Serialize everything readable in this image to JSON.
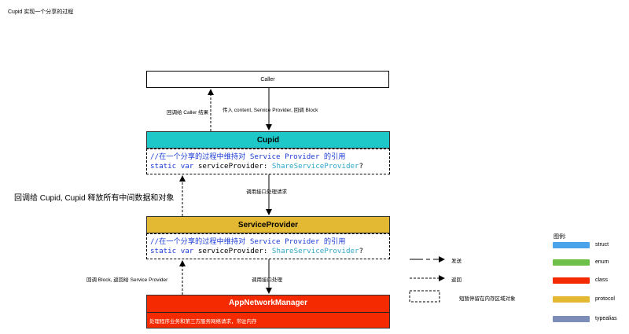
{
  "title": "Cupid 实现一个分享的过程",
  "nodes": {
    "caller": {
      "label": "Caller"
    },
    "cupid": {
      "title": "Cupid",
      "code_comment": "//在一个分享的过程中维持对 Service Provider 的引用",
      "code_keyword": "static var",
      "code_name": " serviceProvider: ",
      "code_type": "ShareServiceProvider",
      "code_suffix": "?",
      "color": "#1ec8c9"
    },
    "service_provider": {
      "title": "ServiceProvider",
      "code_comment": "//在一个分享的过程中维持对 Service Provider 的引用",
      "code_keyword": "static var",
      "code_name": " serviceProvider: ",
      "code_type": "ShareServiceProvider",
      "code_suffix": "?",
      "color": "#e3b832"
    },
    "app_network_manager": {
      "title": "AppNetworkManager",
      "description": "处理程序业务和第三方服务网络请求，常驻内存",
      "color": "#f52a00"
    }
  },
  "edges": {
    "caller_to_cupid": "传入 content, Service  Provider, 回调 Block",
    "cupid_to_caller": "回调给 Caller 结果",
    "cupid_to_sp": "调用接口处理请求",
    "sp_to_cupid": "回调给 Cupid, Cupid 释放所有中间数据和对象",
    "sp_to_anm": "调用接口处理",
    "anm_to_sp": "回调 Block, 返回给 Service Provider"
  },
  "arrow_legend": {
    "send": "发送",
    "return": "返回",
    "temp": "短暂停留在内存区域对象"
  },
  "legend": {
    "title": "图例:",
    "items": [
      {
        "label": "struct",
        "color": "#4aa3ea"
      },
      {
        "label": "enum",
        "color": "#6cc04a"
      },
      {
        "label": "class",
        "color": "#f52a00"
      },
      {
        "label": "protocol",
        "color": "#e3b832"
      },
      {
        "label": "typealias",
        "color": "#7b8db8"
      }
    ]
  }
}
